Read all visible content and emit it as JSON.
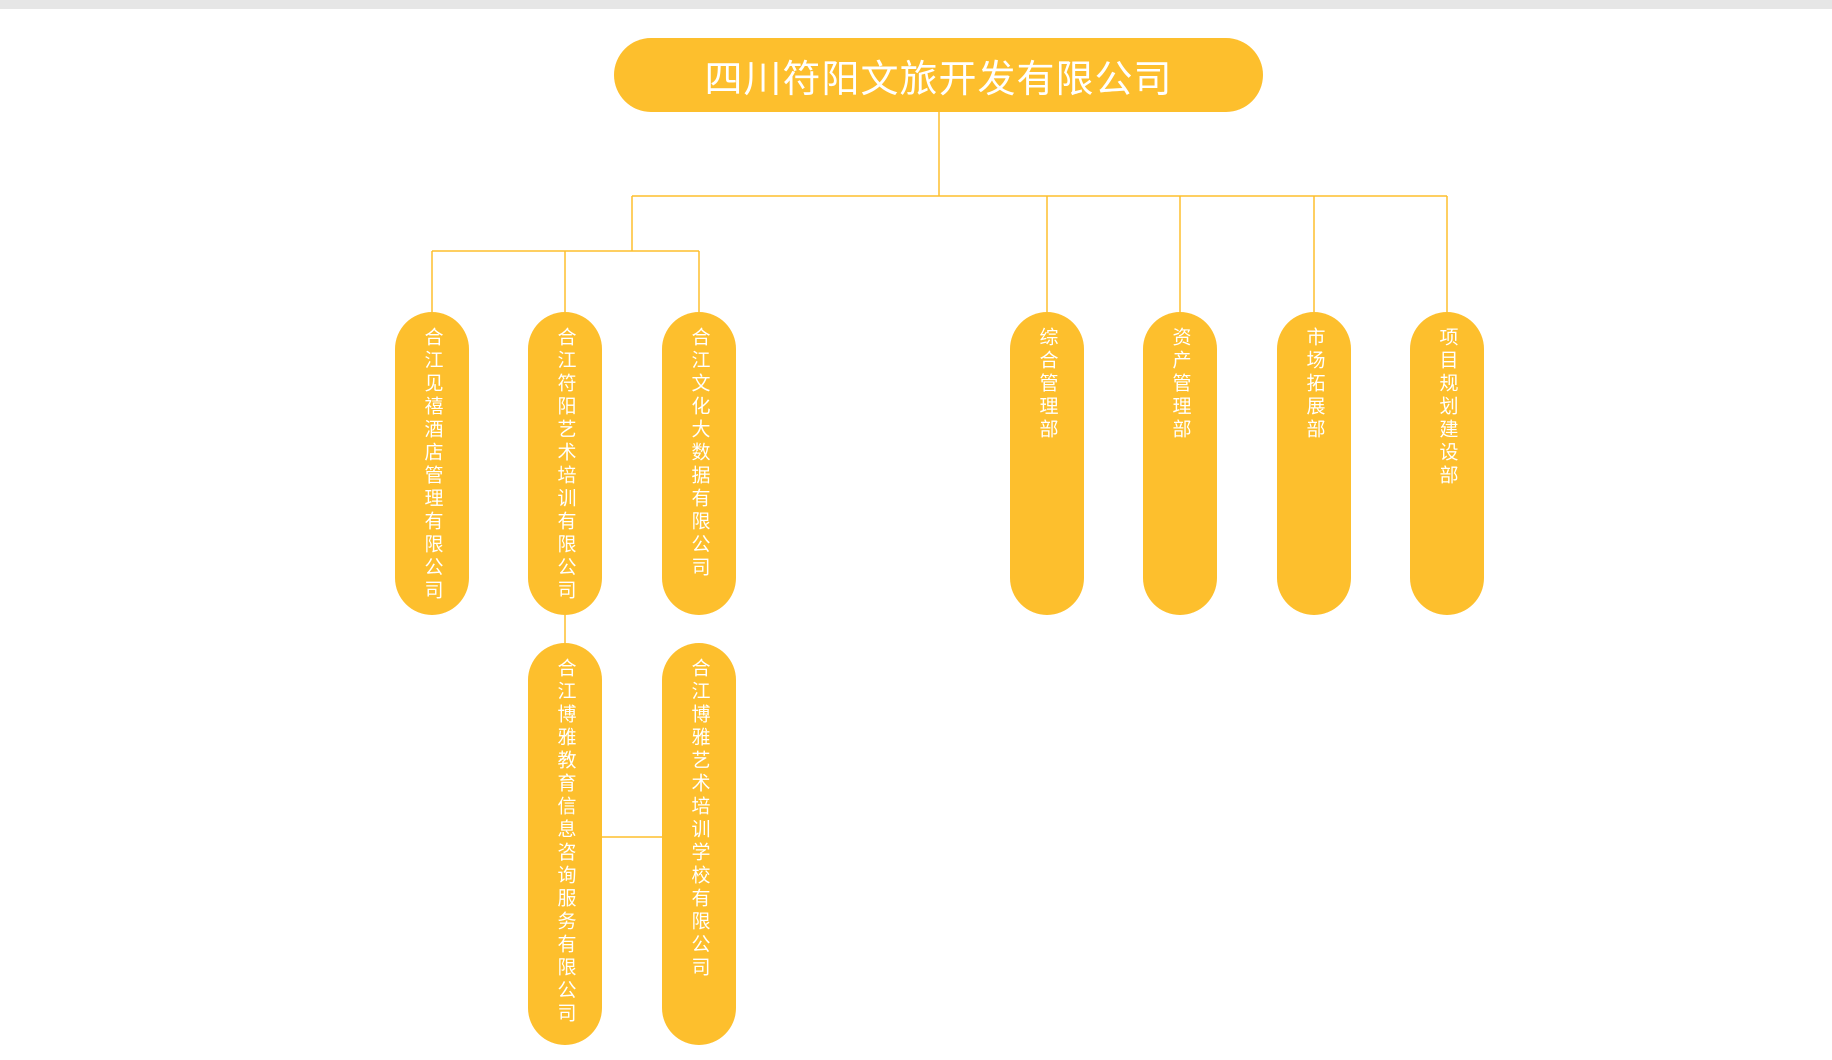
{
  "org_chart": {
    "root": {
      "label": "四川符阳文旅开发有限公司"
    },
    "subsidiaries": [
      {
        "label": "合江见禧酒店管理有限公司"
      },
      {
        "label": "合江符阳艺术培训有限公司"
      },
      {
        "label": "合江文化大数据有限公司"
      }
    ],
    "sub_subsidiaries": [
      {
        "label": "合江博雅教育信息咨询服务有限公司"
      },
      {
        "label": "合江博雅艺术培训学校有限公司"
      }
    ],
    "departments": [
      {
        "label": "综合管理部"
      },
      {
        "label": "资产管理部"
      },
      {
        "label": "市场拓展部"
      },
      {
        "label": "项目规划建设部"
      }
    ],
    "colors": {
      "node_fill": "#fdbf2d",
      "connector": "#fdbf2d",
      "text": "#ffffff"
    }
  }
}
